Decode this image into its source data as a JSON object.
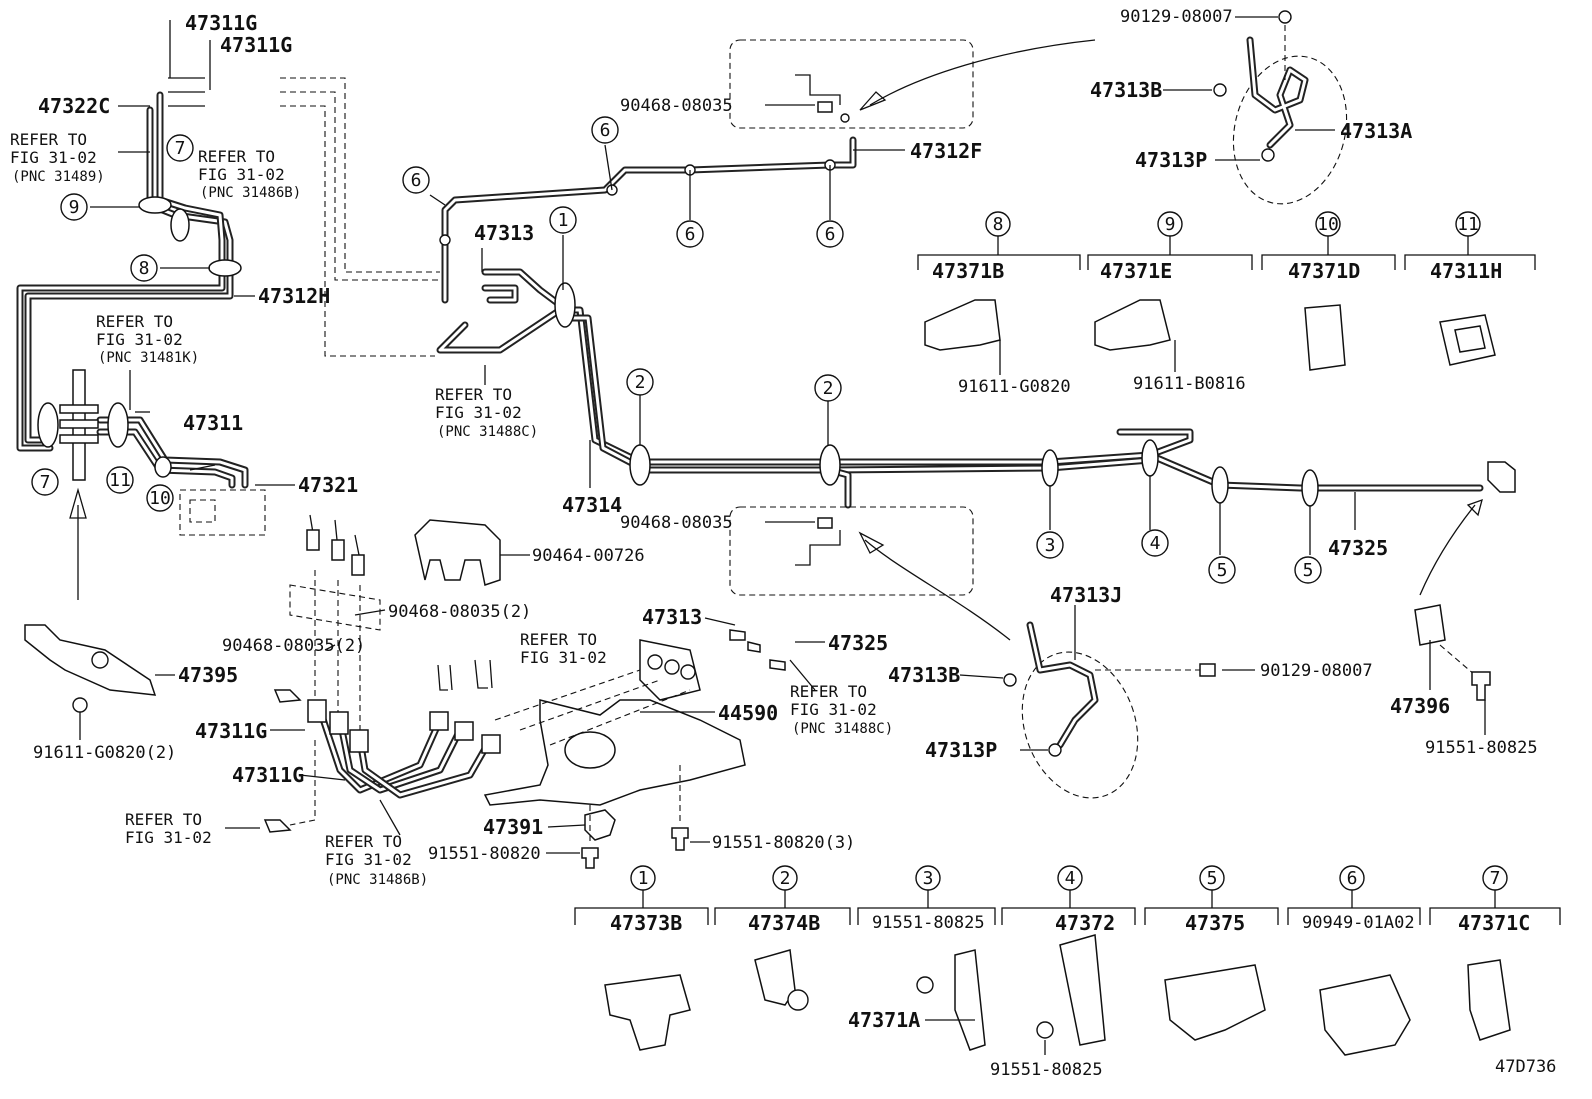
{
  "diagram_code": "47D736",
  "part_numbers": {
    "p47311G_a": "47311G",
    "p47311G_b": "47311G",
    "p47322C": "47322C",
    "p47312H": "47312H",
    "p47311": "47311",
    "p47321": "47321",
    "p47313_top": "47313",
    "p47314": "47314",
    "p47312F": "47312F",
    "p90468_top": "90468-08035",
    "p90129_top": "90129-08007",
    "p47313B_top": "47313B",
    "p47313A": "47313A",
    "p47313P_top": "47313P",
    "p90468_mid": "90468-08035",
    "p47325_main": "47325",
    "p90464": "90464-00726",
    "p90468_2a": "90468-08035(2)",
    "p90468_2b": "90468-08035(2)",
    "p47395": "47395",
    "p91611_2": "91611-G0820(2)",
    "p47311G_c": "47311G",
    "p47311G_d": "47311G",
    "p47313_mid": "47313",
    "p47325_mid": "47325",
    "p44590": "44590",
    "p47391": "47391",
    "p91551_80820": "91551-80820",
    "p91551_80820_3": "91551-80820(3)",
    "p47313J": "47313J",
    "p47313B_mid": "47313B",
    "p47313P_mid": "47313P",
    "p90129_mid": "90129-08007",
    "p47396": "47396",
    "p91551_80825_r": "91551-80825",
    "p91551_80825_b3": "91551-80825",
    "p47371A": "47371A",
    "p91551_80825_b4": "91551-80825"
  },
  "references": {
    "r1": [
      "REFER TO",
      "FIG 31-02",
      "(PNC 31489)"
    ],
    "r2": [
      "REFER TO",
      "FIG 31-02",
      "(PNC 31486B)"
    ],
    "r3": [
      "REFER TO",
      "FIG 31-02",
      "(PNC 31481K)"
    ],
    "r4": [
      "REFER TO",
      "FIG 31-02",
      "(PNC 31488C)"
    ],
    "r5": [
      "REFER TO",
      "FIG 31-02"
    ],
    "r6": [
      "REFER TO",
      "FIG 31-02",
      "(PNC 31488C)"
    ],
    "r7": [
      "REFER TO",
      "FIG 31-02"
    ],
    "r8": [
      "REFER TO",
      "FIG 31-02",
      "(PNC 31486B)"
    ]
  },
  "clamp_keys_top": [
    {
      "num": "8",
      "part": "47371B",
      "sub": "91611-G0820"
    },
    {
      "num": "9",
      "part": "47371E",
      "sub": "91611-B0816"
    },
    {
      "num": "10",
      "part": "47371D",
      "sub": ""
    },
    {
      "num": "11",
      "part": "47311H",
      "sub": ""
    }
  ],
  "clamp_keys_bottom": [
    {
      "num": "1",
      "part": "47373B"
    },
    {
      "num": "2",
      "part": "47374B"
    },
    {
      "num": "3",
      "part": "91551-80825"
    },
    {
      "num": "4",
      "part": "47372"
    },
    {
      "num": "5",
      "part": "47375"
    },
    {
      "num": "6",
      "part": "90949-01A02"
    },
    {
      "num": "7",
      "part": "47371C"
    }
  ],
  "callouts": {
    "c6a": "6",
    "c6b": "6",
    "c6c": "6",
    "c6d": "6",
    "c7a": "7",
    "c9": "9",
    "c8": "8",
    "c1": "1",
    "c2a": "2",
    "c2b": "2",
    "c3": "3",
    "c4": "4",
    "c5a": "5",
    "c5b": "5",
    "c7b": "7",
    "c11": "11",
    "c10": "10"
  }
}
